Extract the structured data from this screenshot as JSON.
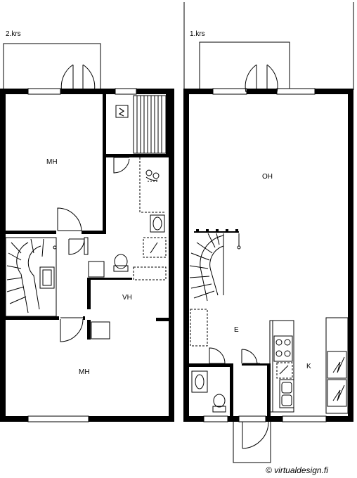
{
  "floors": {
    "upper": {
      "label": "2.krs",
      "rooms": {
        "bedroom_top": "MH",
        "bedroom_bottom": "MH",
        "closet": "VH"
      }
    },
    "lower": {
      "label": "1.krs",
      "rooms": {
        "living_room": "OH",
        "hall": "E",
        "kitchen": "K"
      }
    }
  },
  "credit": "© virtualdesign.fi",
  "colors": {
    "wall": "#000000",
    "line": "#000000",
    "background": "#ffffff"
  }
}
